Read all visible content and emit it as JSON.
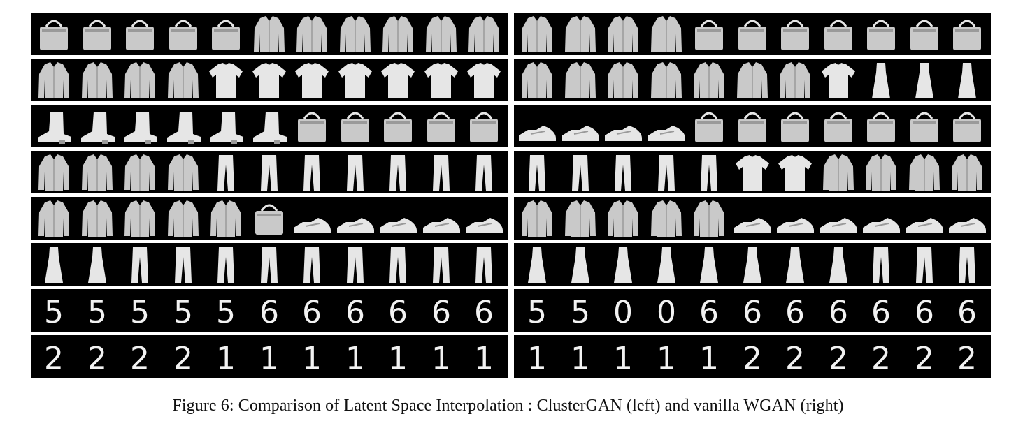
{
  "figure": {
    "caption": "Figure 6: Comparison of Latent Space Interpolation : ClusterGAN (left) and vanilla WGAN (right)"
  },
  "panels": [
    {
      "id": "clustergan",
      "rows": [
        [
          "bag",
          "bag",
          "bag",
          "bag",
          "bag",
          "coat",
          "coat",
          "coat",
          "coat",
          "coat",
          "coat"
        ],
        [
          "coat",
          "coat",
          "coat",
          "coat",
          "tshirt",
          "tshirt",
          "tshirt",
          "tshirt",
          "tshirt",
          "tshirt",
          "tshirt"
        ],
        [
          "boot",
          "boot",
          "boot",
          "boot",
          "boot",
          "boot",
          "bag",
          "bag",
          "bag",
          "bag",
          "bag"
        ],
        [
          "coat",
          "coat",
          "coat",
          "coat",
          "trouser",
          "trouser",
          "trouser",
          "trouser",
          "trouser",
          "trouser",
          "trouser"
        ],
        [
          "coat",
          "coat",
          "coat",
          "coat",
          "coat",
          "bag",
          "sneaker",
          "sneaker",
          "sneaker",
          "sneaker",
          "sneaker"
        ],
        [
          "dress",
          "dress",
          "trouser",
          "trouser",
          "trouser",
          "trouser",
          "trouser",
          "trouser",
          "trouser",
          "trouser",
          "trouser"
        ],
        [
          "5",
          "5",
          "5",
          "5",
          "5",
          "6",
          "6",
          "6",
          "6",
          "6",
          "6"
        ],
        [
          "2",
          "2",
          "2",
          "2",
          "1",
          "1",
          "1",
          "1",
          "1",
          "1",
          "1"
        ]
      ]
    },
    {
      "id": "wgan",
      "rows": [
        [
          "coat",
          "coat",
          "coat",
          "coat",
          "bag",
          "bag",
          "bag",
          "bag",
          "bag",
          "bag",
          "bag"
        ],
        [
          "coat",
          "coat",
          "coat",
          "coat",
          "coat",
          "coat",
          "coat",
          "tshirt",
          "dress",
          "dress",
          "dress"
        ],
        [
          "sneaker",
          "sneaker",
          "sneaker",
          "sneaker",
          "bag",
          "bag",
          "bag",
          "bag",
          "bag",
          "bag",
          "bag"
        ],
        [
          "trouser",
          "trouser",
          "trouser",
          "trouser",
          "trouser",
          "tshirt",
          "tshirt",
          "coat",
          "coat",
          "coat",
          "coat"
        ],
        [
          "coat",
          "coat",
          "coat",
          "coat",
          "coat",
          "sneaker",
          "sneaker",
          "sneaker",
          "sneaker",
          "sneaker",
          "sneaker"
        ],
        [
          "dress",
          "dress",
          "dress",
          "dress",
          "dress",
          "dress",
          "dress",
          "dress",
          "trouser",
          "trouser",
          "trouser"
        ],
        [
          "5",
          "5",
          "0",
          "0",
          "6",
          "6",
          "6",
          "6",
          "6",
          "6",
          "6"
        ],
        [
          "1",
          "1",
          "1",
          "1",
          "1",
          "2",
          "2",
          "2",
          "2",
          "2",
          "2"
        ]
      ]
    }
  ]
}
